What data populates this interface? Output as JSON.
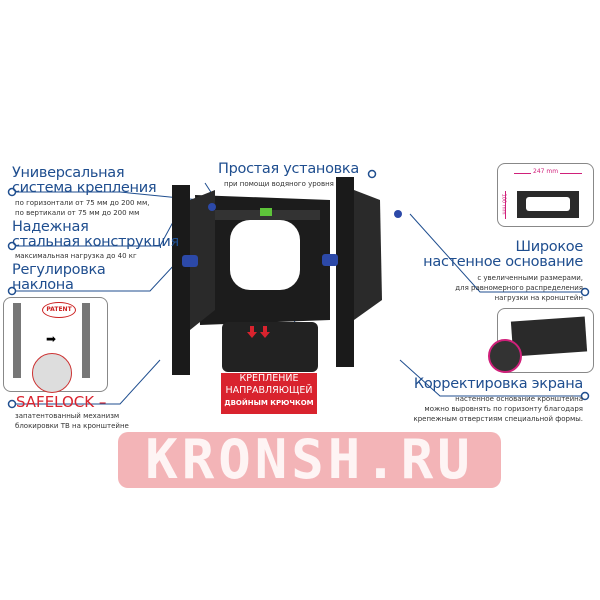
{
  "features": {
    "universal": {
      "title_line1": "Универсальная",
      "title_line2": "система крепления",
      "desc_line1": "по горизонтали от 75 мм до 200 мм,",
      "desc_line2": "по вертикали от 75 мм до 200 мм"
    },
    "steel": {
      "title_line1": "Надежная",
      "title_line2": "стальная конструкция",
      "desc": "максимальная нагрузка до 40 кг"
    },
    "tilt": {
      "title_line1": "Регулировка",
      "title_line2": "наклона"
    },
    "install": {
      "title": "Простая установка",
      "desc": "при помощи водяного уровня"
    },
    "wide_base": {
      "title_line1": "Широкое",
      "title_line2": "настенное основание",
      "desc_line1": "с увеличенными размерами,",
      "desc_line2": "для равномерного распределения",
      "desc_line3": "нагрузки на кронштейн"
    },
    "correction": {
      "title": "Корректировка экрана",
      "desc_line1": "настенное основание кронштейна",
      "desc_line2": "можно выровнять по горизонту благодаря",
      "desc_line3": "крепежным отверстиям специальной формы."
    },
    "safelock": {
      "title": "SAFELOCK –",
      "desc_line1": "запатентованный механизм",
      "desc_line2": "блокировки ТВ на кронштейне",
      "badge": "PATENT"
    },
    "hook": {
      "line1": "КРЕПЛЕНИЕ",
      "line2": "НАПРАВЛЯЮЩЕЙ",
      "line3": "ДВОЙНЫМ КРЮЧКОМ"
    }
  },
  "dimensions": {
    "width": "247 mm",
    "height": "100 mm"
  },
  "watermark": "KRONSH.RU",
  "colors": {
    "accent_blue": "#1f4e8f",
    "safelock_red": "#d9232e",
    "dimension_magenta": "#d0207a"
  }
}
